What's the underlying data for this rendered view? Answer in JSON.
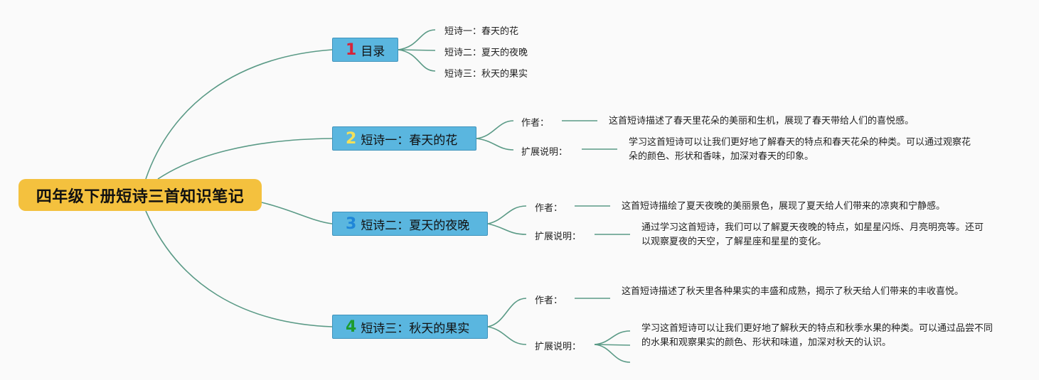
{
  "root": {
    "title": "四年级下册短诗三首知识笔记"
  },
  "topics": [
    {
      "num": "1",
      "label": "目录"
    },
    {
      "num": "2",
      "label": "短诗一：春天的花"
    },
    {
      "num": "3",
      "label": "短诗二：夏天的夜晚"
    },
    {
      "num": "4",
      "label": "短诗三：秋天的果实"
    }
  ],
  "toc": [
    "短诗一：春天的花",
    "短诗二：夏天的夜晚",
    "短诗三：秋天的果实"
  ],
  "poems": [
    {
      "author_label": "作者：",
      "author_text": "这首短诗描述了春天里花朵的美丽和生机，展现了春天带给人们的喜悦感。",
      "ext_label": "扩展说明：",
      "ext_text": "学习这首短诗可以让我们更好地了解春天的特点和春天花朵的种类。可以通过观察花朵的颜色、形状和香味，加深对春天的印象。"
    },
    {
      "author_label": "作者：",
      "author_text": "这首短诗描绘了夏天夜晚的美丽景色，展现了夏天给人们带来的凉爽和宁静感。",
      "ext_label": "扩展说明：",
      "ext_text": "通过学习这首短诗，我们可以了解夏天夜晚的特点，如星星闪烁、月亮明亮等。还可以观察夏夜的天空，了解星座和星星的变化。"
    },
    {
      "author_label": "作者：",
      "author_text": "这首短诗描述了秋天里各种果实的丰盛和成熟，揭示了秋天给人们带来的丰收喜悦。",
      "ext_label": "扩展说明：",
      "ext_text": "学习这首短诗可以让我们更好地了解秋天的特点和秋季水果的种类。可以通过品尝不同的水果和观察果实的颜色、形状和味道，加深对秋天的认识。"
    }
  ],
  "colors": {
    "root": "#f4c13e",
    "topic": "#5ab6df",
    "branch": "#5a9a86"
  }
}
